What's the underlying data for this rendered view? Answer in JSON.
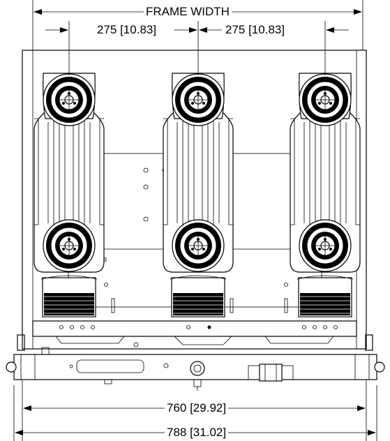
{
  "dimensions": {
    "frame_width": "FRAME WIDTH",
    "pole_spacing_left": "275 [10.83]",
    "pole_spacing_right": "275 [10.83]",
    "inner_width": "760 [29.92]",
    "overall_width": "788 [31.02]"
  }
}
